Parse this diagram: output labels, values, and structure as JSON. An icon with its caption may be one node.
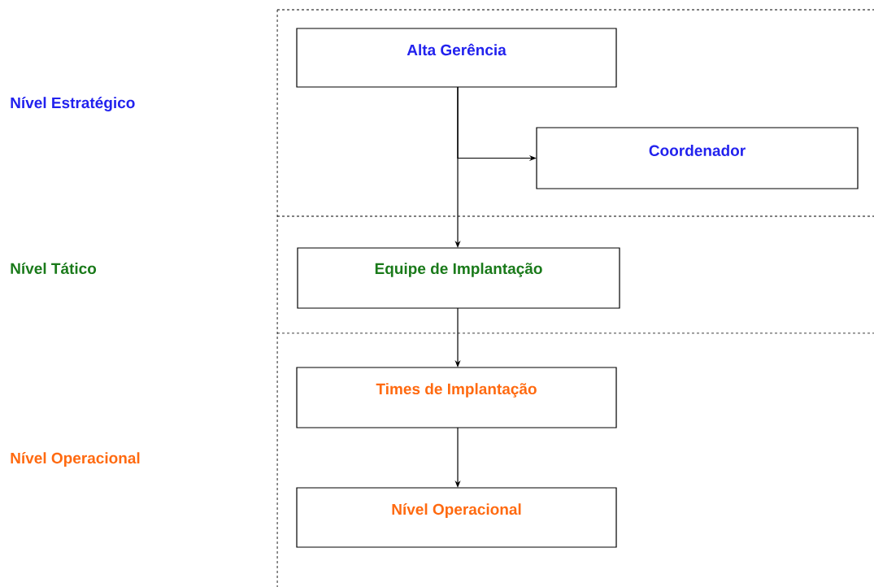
{
  "diagram": {
    "nodes": [
      {
        "text": [
          "Alta Gerência"
        ]
      },
      {
        "text": [
          "Coordenador"
        ]
      },
      {
        "text": [
          "Equipe de Implantação"
        ]
      },
      {
        "text": [
          "Times de Implantação"
        ]
      },
      {
        "text": [
          "Nível Operacional"
        ]
      }
    ],
    "edges": [
      {
        "from": 0,
        "to": 2,
        "arrow": "to"
      },
      {
        "from": 0,
        "to": 1,
        "arrow": "to"
      },
      {
        "from": 2,
        "to": 3,
        "arrow": "to"
      },
      {
        "from": 3,
        "to": 4,
        "arrow": "to"
      }
    ],
    "labels": [
      "Nível Estratégico",
      "Nível Tático",
      "Nível Operacional"
    ]
  }
}
